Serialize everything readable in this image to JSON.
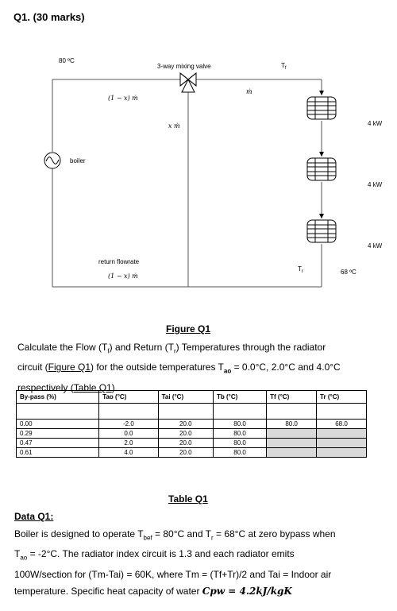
{
  "question": {
    "title": "Q1. (30 marks)"
  },
  "figure": {
    "boiler_temp": "80 ºC",
    "valve_label": "3-way mixing valve",
    "flow_symbol": "ṁ",
    "flow_temp_symbol": "T",
    "flow_temp_sub": "f",
    "return_temp_symbol": "T",
    "return_temp_sub": "r",
    "split_label": "(1 − x) ṁ",
    "bypass_label": "x ṁ",
    "boiler_label": "boiler",
    "return_flowrate_label": "return flowrate",
    "return_flowrate_expr": "(1 − x) ṁ",
    "radiator_loads": [
      "4 kW",
      "4 kW",
      "4 kW"
    ],
    "return_temp_value": "68 ºC",
    "caption": "Figure Q1"
  },
  "instructions": {
    "line1": "Calculate the Flow (T",
    "line1_sub_f": "f",
    "line1_mid": ") and Return (T",
    "line1_sub_r": "r",
    "line1_end": ") Temperatures through the radiator",
    "line2_start": "circuit (",
    "line2_ref": "Figure Q1",
    "line2_mid": ") for the outside temperatures T",
    "line2_sub": "ao",
    "line2_end": " = 0.0°C, 2.0°C and 4.0°C",
    "line3_start": "respectively (",
    "line3_ref": "Table Q1",
    "line3_end": ")."
  },
  "table": {
    "headers": [
      "By-pass (%)",
      "Tao (°C)",
      "Tai (°C)",
      "Tb (°C)",
      "Tf (°C)",
      "Tr (°C)"
    ],
    "rows": [
      [
        "0.00",
        "-2.0",
        "20.0",
        "80.0",
        "80.0",
        "68.0"
      ],
      [
        "0.29",
        "0.0",
        "20.0",
        "80.0",
        "",
        ""
      ],
      [
        "0.47",
        "2.0",
        "20.0",
        "80.0",
        "",
        ""
      ],
      [
        "0.61",
        "4.0",
        "20.0",
        "80.0",
        "",
        ""
      ]
    ],
    "caption": "Table Q1"
  },
  "data": {
    "heading": "Data Q1:",
    "line1": "Boiler is designed to operate T",
    "line1_sub1": "bef",
    "line1_mid": " = 80°C and T",
    "line1_sub2": "r",
    "line1_end": " = 68°C  at zero bypass when",
    "line2": "T",
    "line2_sub": "ao",
    "line2_end": " = -2°C. The radiator index circuit is 1.3 and each radiator emits",
    "line3": "100W/section for      (Tm-Tai) = 60K, where Tm = (Tf+Tr)/2 and Tai = Indoor air",
    "line4_start": "temperature. Specific heat capacity of water ",
    "line4_formula": "Cpw = 4.2kJ/kgK"
  }
}
